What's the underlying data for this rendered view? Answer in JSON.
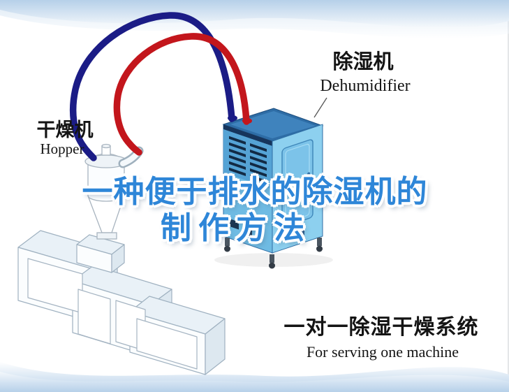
{
  "title": {
    "line1": "一种便于排水的除湿机的",
    "line2": "制作方法",
    "color": "#2e86d8"
  },
  "labels": {
    "dehumidifier_cn": "除湿机",
    "dehumidifier_en": "Dehumidifier",
    "hopper_cn": "干燥机",
    "hopper_en": "Hopper"
  },
  "caption": {
    "cn": "一对一除湿干燥系统",
    "en": "For serving one machine"
  },
  "illustration": {
    "dehumidifier_front_color": "#6fbbe3",
    "dehumidifier_side_color": "#8dd0ef",
    "dehumidifier_top_color": "#2e6da6",
    "pipe_red_color": "#c3161c",
    "pipe_blue_color": "#1b1c86",
    "machine_line_color": "#9fb1c0",
    "wave_color": "#bcd4ea"
  }
}
